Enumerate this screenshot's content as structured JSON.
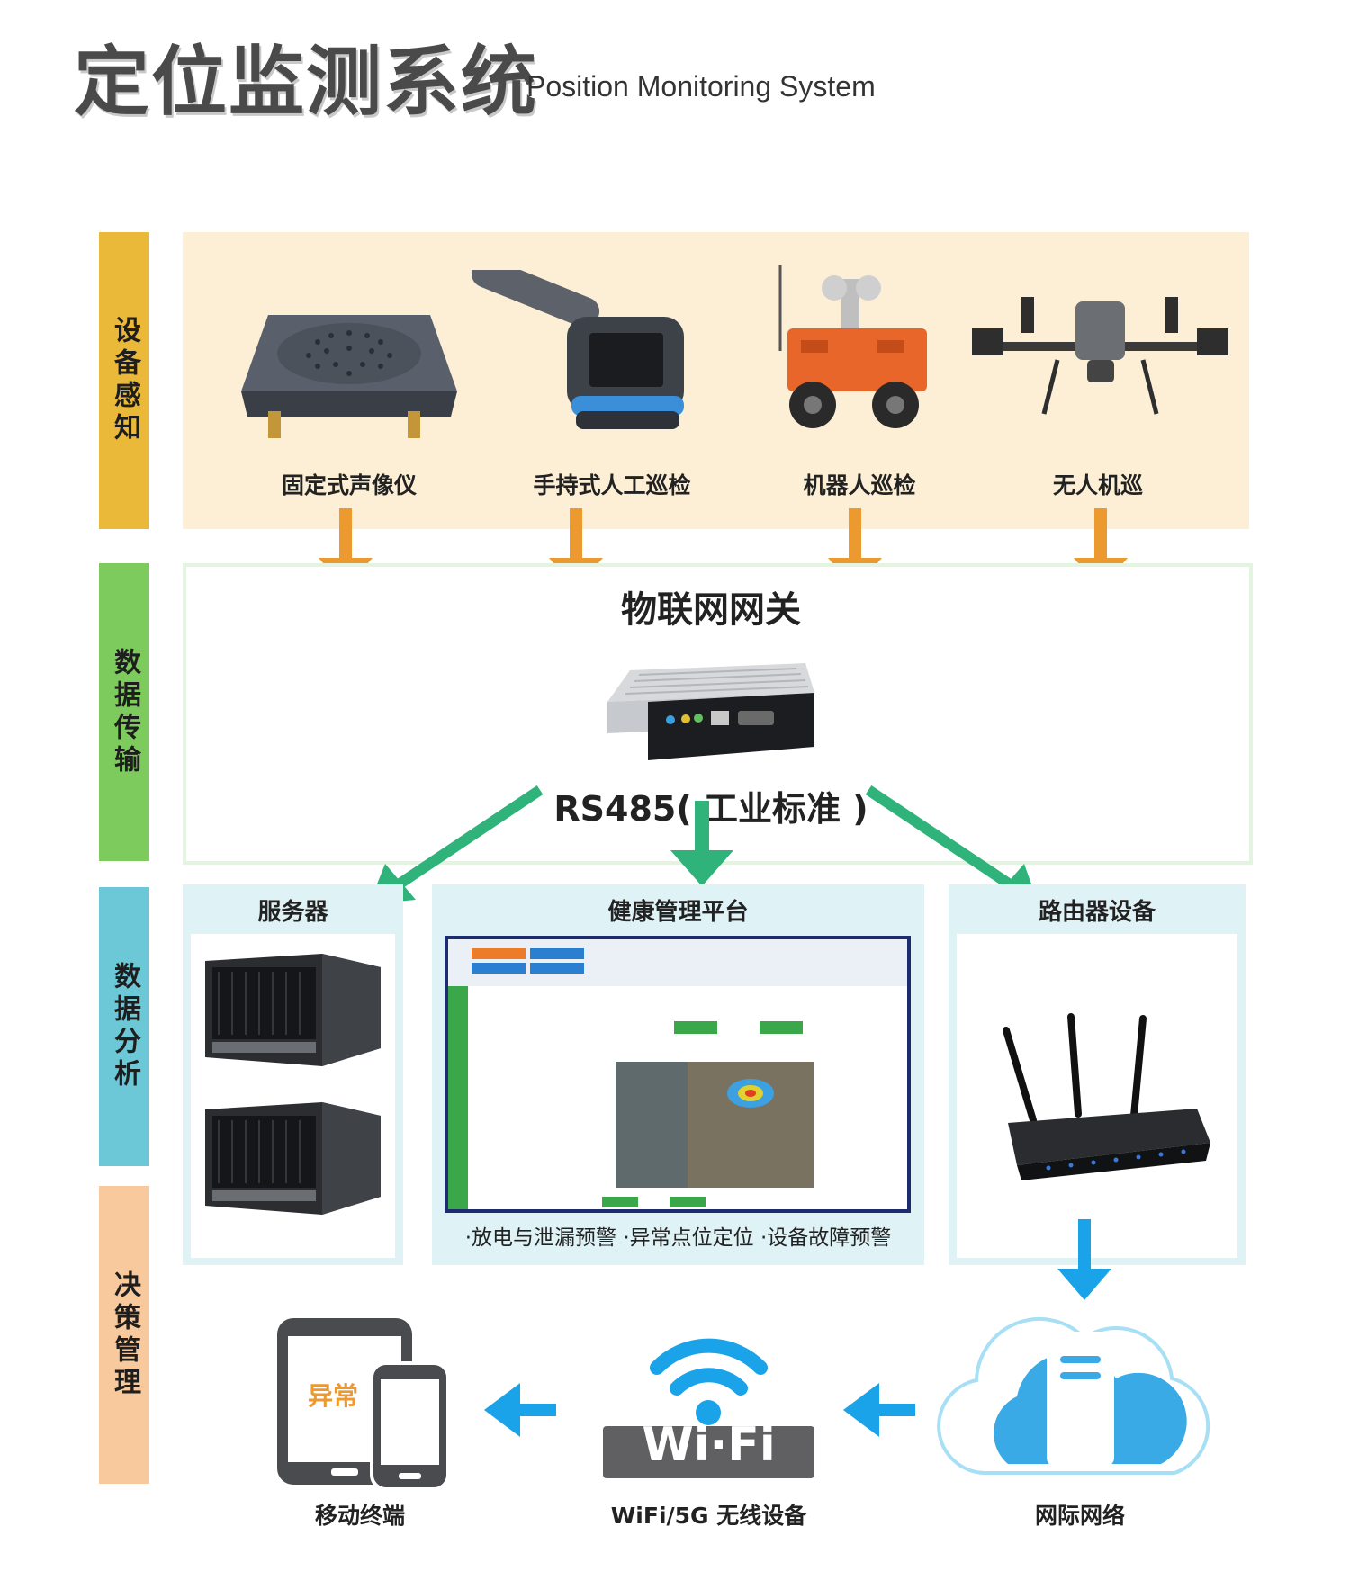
{
  "header": {
    "title_zh": "定位监测系统",
    "title_en": "Position Monitoring System"
  },
  "sections": [
    {
      "label": "设备感知",
      "color": "#eab93a"
    },
    {
      "label": "数据传输",
      "color": "#7ccb5c"
    },
    {
      "label": "数据分析",
      "color": "#6cc8d6"
    },
    {
      "label": "决策管理",
      "color": "#f8c99c"
    }
  ],
  "devices": [
    {
      "label": "固定式声像仪",
      "icon": "acoustic-imager-icon"
    },
    {
      "label": "手持式人工巡检",
      "icon": "handheld-inspector-icon"
    },
    {
      "label": "机器人巡检",
      "icon": "inspection-robot-icon"
    },
    {
      "label": "无人机巡",
      "icon": "drone-icon"
    }
  ],
  "gateway": {
    "title": "物联网网关",
    "protocol": "RS485( 工业标准 )"
  },
  "analysis": {
    "server_title": "服务器",
    "platform_title": "健康管理平台",
    "platform_features": "·放电与泄漏预警 ·异常点位定位 ·设备故障预警",
    "router_title": "路由器设备"
  },
  "decision": {
    "mobile_label": "移动终端",
    "mobile_alert": "异常",
    "wifi_label": "WiFi/5G 无线设备",
    "wifi_text": "Wi·Fi",
    "cloud_label": "网际网络"
  },
  "colors": {
    "orange_arrow": "#ec9a2f",
    "green_arrow": "#2fb37a",
    "blue_arrow": "#1aa3e8"
  }
}
